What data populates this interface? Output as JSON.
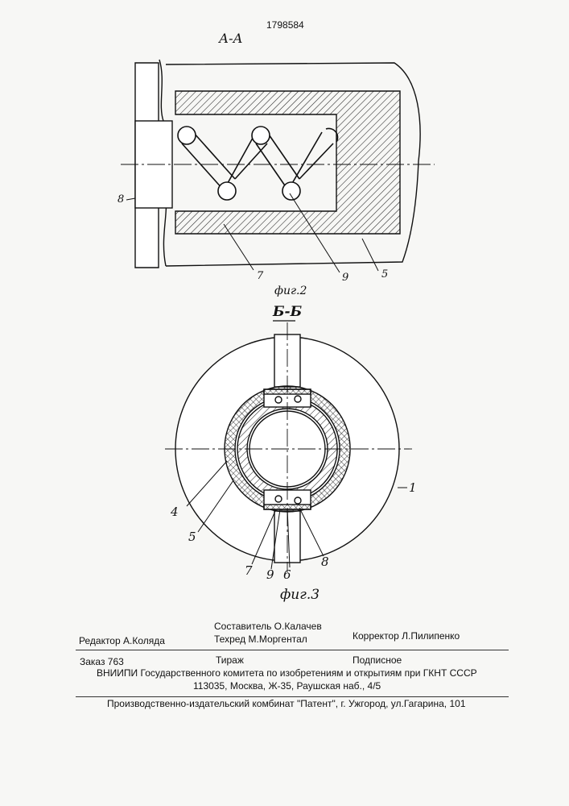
{
  "patent_number": "1798584",
  "fig2": {
    "section_label": "А-А",
    "caption": "фиг.2",
    "callouts": {
      "c8": "8",
      "c7": "7",
      "c9": "9",
      "c5": "5"
    }
  },
  "fig3": {
    "section_label": "Б-Б",
    "caption": "фиг.3",
    "callouts": {
      "c1": "1",
      "c4": "4",
      "c5": "5",
      "c7": "7",
      "c9": "9",
      "c6": "6",
      "c8": "8"
    }
  },
  "footer": {
    "editor": "Редактор  А.Коляда",
    "compiler": "Составитель  О.Калачев",
    "techred": "Техред М.Моргентал",
    "corrector": "Корректор  Л.Пилипенко",
    "order": "Заказ  763",
    "circulation": "Тираж",
    "subscription": "Подписное",
    "vniipi": "ВНИИПИ Государственного комитета по изобретениям и открытиям при ГКНТ СССР",
    "address": "113035, Москва, Ж-35, Раушская наб., 4/5",
    "publisher": "Производственно-издательский комбинат \"Патент\", г. Ужгород, ул.Гагарина, 101"
  }
}
